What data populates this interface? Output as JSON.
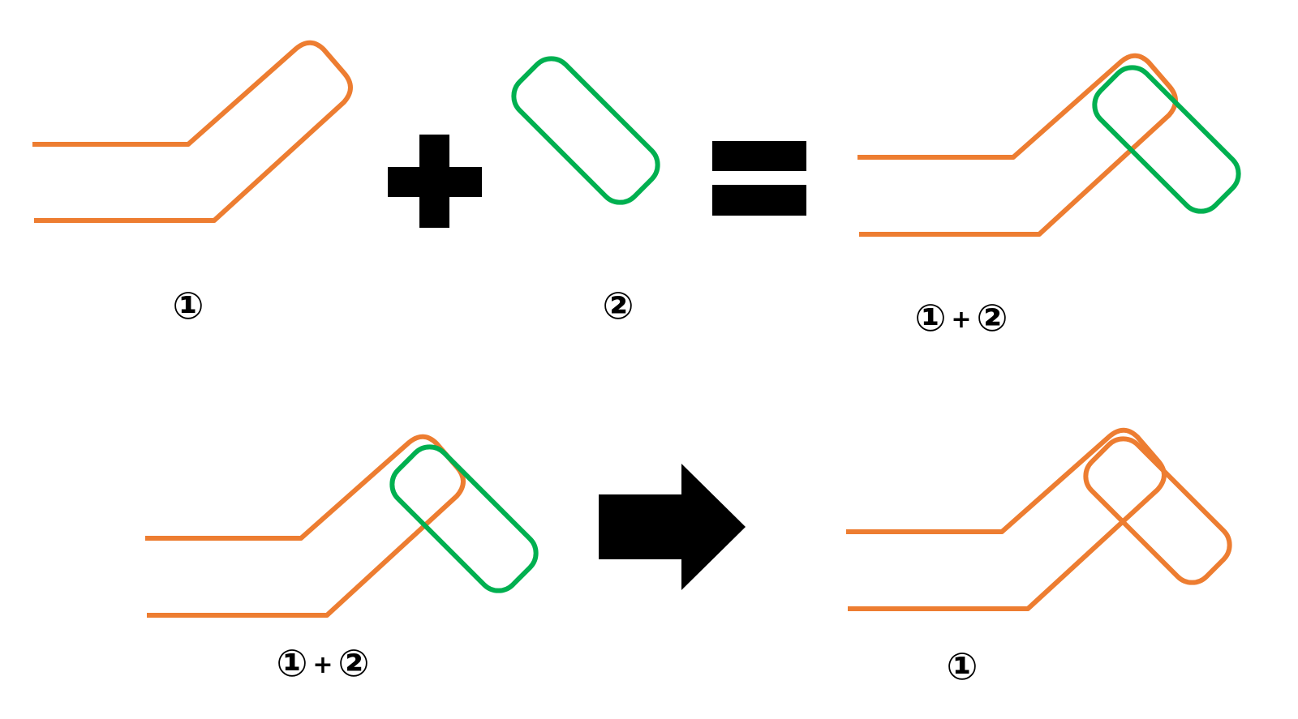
{
  "labels": {
    "panel1": "①",
    "panel2": "②",
    "combined_top_a": "①",
    "combined_top_plus": "+",
    "combined_top_b": "②",
    "combined_bottom_a": "①",
    "combined_bottom_plus": "+",
    "combined_bottom_b": "②",
    "result": "①"
  },
  "colors": {
    "shape_1": "#ED7D31",
    "shape_2": "#00B050",
    "operators": "#000000"
  },
  "operators": {
    "plus": "plus-sign",
    "equals": "equals-sign",
    "arrow": "right-arrow"
  }
}
